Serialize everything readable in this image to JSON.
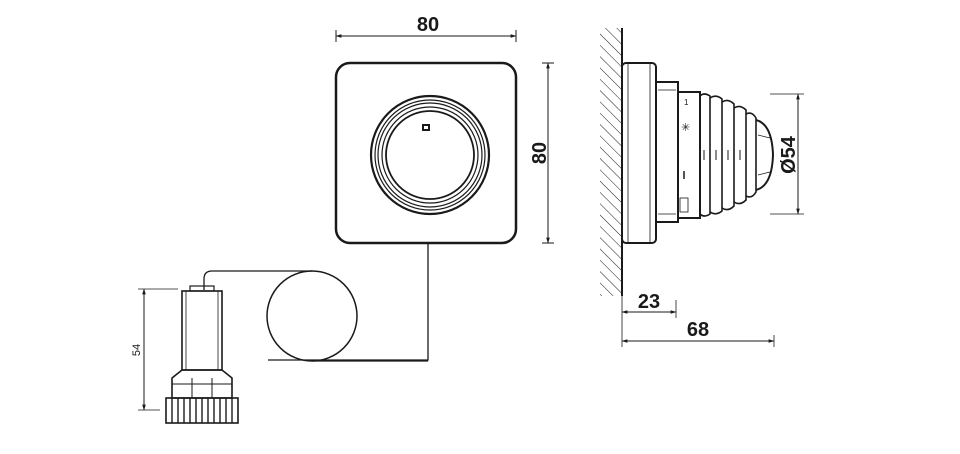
{
  "dimensions": {
    "front_width": "80",
    "front_height": "80",
    "knob_diameter": "Ø54",
    "wall_projection": "23",
    "total_depth": "68",
    "sensor_length": "54"
  },
  "knob_markings": {
    "frost_symbol": "✳",
    "position_mark": "1"
  },
  "colors": {
    "line": "#1a1a1a",
    "background": "#ffffff"
  }
}
